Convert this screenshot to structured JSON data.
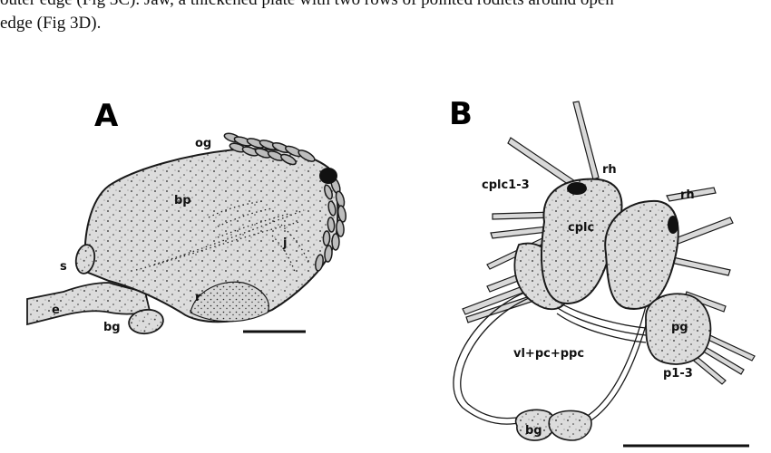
{
  "caption": {
    "line1": "outer edge (Fig 3C). Jaw, a thickened plate with two rows of pointed rodlets around open",
    "line2": "edge (Fig 3D)."
  },
  "panel_a": {
    "letter": "A",
    "labels": {
      "og": "og",
      "bp": "bp",
      "s": "s",
      "j": "j",
      "e": "e",
      "r": "r",
      "bg": "bg"
    }
  },
  "panel_b": {
    "letter": "B",
    "labels": {
      "cplc13": "cplc1-3",
      "rh1": "rh",
      "rh2": "rh",
      "cplc": "cplc",
      "vl": "vl+pc+ppc",
      "pg": "pg",
      "p13": "p1-3",
      "bg": "bg"
    }
  },
  "icons": {
    "dotted_texture": "stipple-pattern"
  },
  "colors": {
    "fill": "#dedede",
    "stroke": "#1a1a1a"
  }
}
